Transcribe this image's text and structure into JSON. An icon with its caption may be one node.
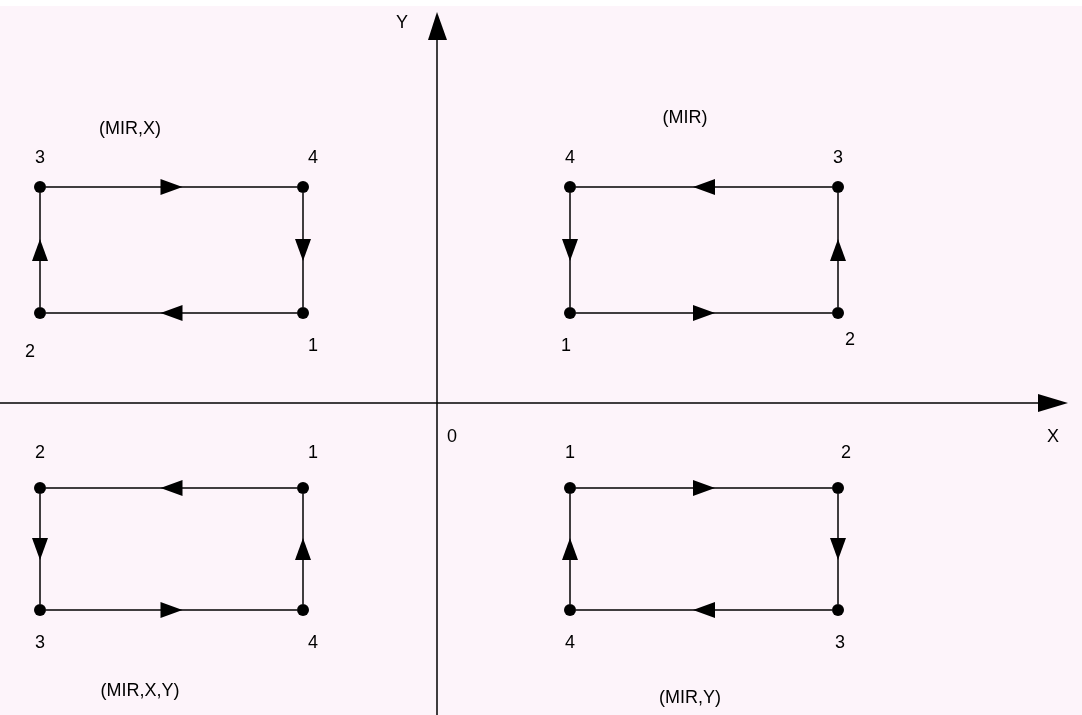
{
  "diagram": {
    "nodes": [
      {
        "text": [],
        "shape": "circle",
        "beside": [
          "3"
        ]
      },
      {
        "text": [],
        "shape": "circle",
        "beside": [
          "4"
        ]
      },
      {
        "text": [],
        "shape": "circle",
        "beside": [
          "2"
        ]
      },
      {
        "text": [],
        "shape": "circle",
        "beside": [
          "1"
        ]
      },
      {
        "text": [],
        "shape": "circle",
        "beside": [
          "4"
        ]
      },
      {
        "text": [],
        "shape": "circle",
        "beside": [
          "3"
        ]
      },
      {
        "text": [],
        "shape": "circle",
        "beside": [
          "1"
        ]
      },
      {
        "text": [],
        "shape": "circle",
        "beside": [
          "2"
        ]
      },
      {
        "text": [],
        "shape": "circle",
        "beside": [
          "2"
        ]
      },
      {
        "text": [],
        "shape": "circle",
        "beside": [
          "1"
        ]
      },
      {
        "text": [],
        "shape": "circle",
        "beside": [
          "3"
        ]
      },
      {
        "text": [],
        "shape": "circle",
        "beside": [
          "4"
        ]
      },
      {
        "text": [],
        "shape": "circle",
        "beside": [
          "1"
        ]
      },
      {
        "text": [],
        "shape": "circle",
        "beside": [
          "2"
        ]
      },
      {
        "text": [],
        "shape": "circle",
        "beside": [
          "4"
        ]
      },
      {
        "text": [],
        "shape": "circle",
        "beside": [
          "3"
        ]
      }
    ],
    "edges": [
      {
        "from": 0,
        "to": 1,
        "arrow": "to"
      },
      {
        "from": 1,
        "to": 3,
        "arrow": "to"
      },
      {
        "from": 3,
        "to": 2,
        "arrow": "to"
      },
      {
        "from": 2,
        "to": 0,
        "arrow": "to"
      },
      {
        "from": 5,
        "to": 4,
        "arrow": "to"
      },
      {
        "from": 4,
        "to": 6,
        "arrow": "to"
      },
      {
        "from": 6,
        "to": 7,
        "arrow": "to"
      },
      {
        "from": 7,
        "to": 5,
        "arrow": "to"
      },
      {
        "from": 9,
        "to": 8,
        "arrow": "to"
      },
      {
        "from": 8,
        "to": 10,
        "arrow": "to"
      },
      {
        "from": 10,
        "to": 11,
        "arrow": "to"
      },
      {
        "from": 11,
        "to": 9,
        "arrow": "to"
      },
      {
        "from": 12,
        "to": 13,
        "arrow": "to"
      },
      {
        "from": 13,
        "to": 15,
        "arrow": "to"
      },
      {
        "from": 15,
        "to": 14,
        "arrow": "to"
      },
      {
        "from": 14,
        "to": 12,
        "arrow": "to"
      }
    ],
    "labels": [
      "Y",
      "(MIR,X)",
      "(MIR)",
      "0",
      "X",
      "(MIR,X,Y)",
      "(MIR,Y)"
    ]
  }
}
